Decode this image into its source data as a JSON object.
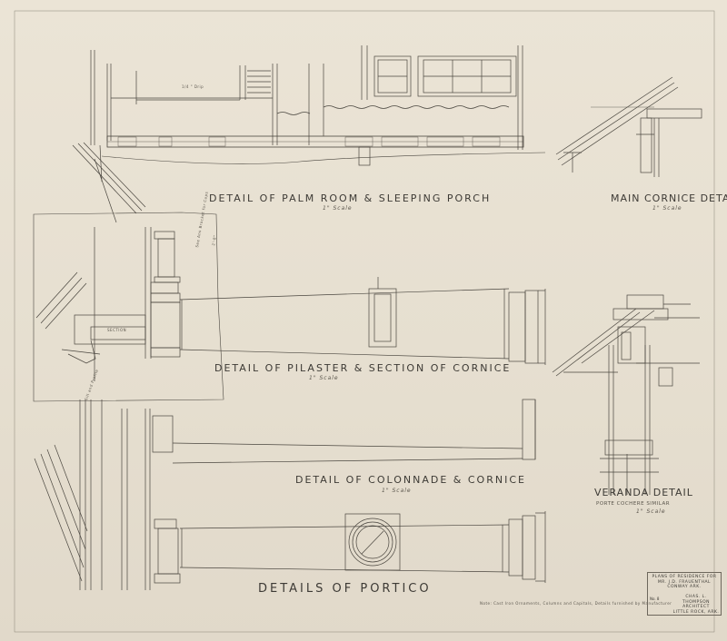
{
  "sheet": {
    "paper_color": "#e6dfd0",
    "ink_color": "#4a463f"
  },
  "titles": {
    "palm_room": "DETAIL OF PALM ROOM & SLEEPING PORCH",
    "main_cornice": "MAIN CORNICE DETAIL",
    "pilaster": "DETAIL OF PILASTER & SECTION OF CORNICE",
    "veranda": "VERANDA DETAIL",
    "veranda_sub": "PORTE COCHERE SIMILAR",
    "colonnade": "DETAIL OF COLONNADE & CORNICE",
    "portico": "DETAILS OF PORTICO"
  },
  "scales": {
    "palm_room": "1\" Scale",
    "main_cornice": "1\" Scale",
    "pilaster": "1\" Scale",
    "veranda": "1\" Scale",
    "colonnade": "1\" Scale"
  },
  "annotations": {
    "drip_top": "1/4 \" Drip",
    "pilaster_note": "See Ans Bracket for Caps",
    "pilaster_dim": "2'-8\"",
    "section_label": "SECTION",
    "sill_label": "Sill and Profile",
    "bottom_note": "Note: Cast Iron Ornaments, Columns and Capitals, Details furnished by Manufacturer"
  },
  "title_block": {
    "project": "PLANS OF RESIDENCE FOR MR. J.D. FRAUENTHAL",
    "location": "CONWAY  ARK.",
    "architect_1": "CHAS. L. THOMPSON",
    "architect_2": "ARCHITECT",
    "architect_3": "LITTLE ROCK, ARK.",
    "sheet_label": "No. 8"
  }
}
